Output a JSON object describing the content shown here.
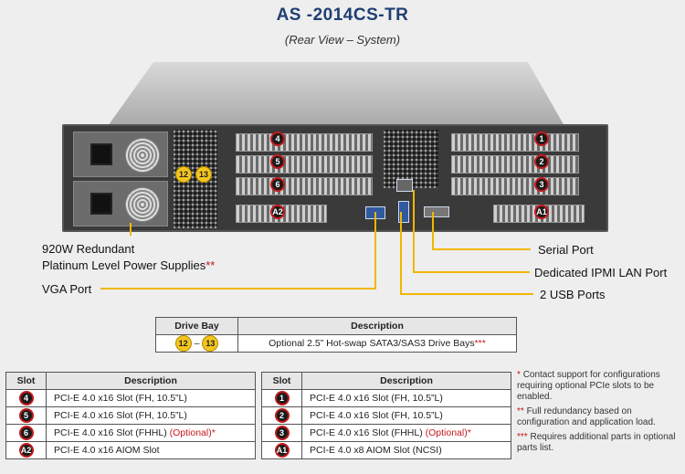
{
  "title": "AS -2014CS-TR",
  "subtitle": "(Rear View – System)",
  "diagram": {
    "slot_badges": [
      "4",
      "5",
      "6",
      "A2",
      "1",
      "2",
      "3",
      "A1"
    ],
    "bay_badges": [
      "12",
      "13"
    ]
  },
  "callouts": {
    "psu_line1": "920W Redundant",
    "psu_line2": "Platinum Level Power Supplies",
    "psu_marker": "**",
    "vga": "VGA Port",
    "serial": "Serial Port",
    "ipmi": "Dedicated IPMI LAN Port",
    "usb": "2 USB Ports"
  },
  "drive_table": {
    "headers": [
      "Drive Bay",
      "Description"
    ],
    "bay_from": "12",
    "bay_dash": "–",
    "bay_to": "13",
    "description": "Optional 2.5” Hot-swap SATA3/SAS3 Drive Bays",
    "marker": "***"
  },
  "left_table": {
    "headers": [
      "Slot",
      "Description"
    ],
    "rows": [
      {
        "slot": "4",
        "desc": "PCI-E 4.0 x16 Slot (FH, 10.5”L)",
        "opt": ""
      },
      {
        "slot": "5",
        "desc": "PCI-E 4.0 x16 Slot (FH, 10.5”L)",
        "opt": ""
      },
      {
        "slot": "6",
        "desc": "PCI-E 4.0 x16 Slot (FHHL)",
        "opt": "(Optional)*"
      },
      {
        "slot": "A2",
        "desc": "PCI-E 4.0 x16 AIOM Slot",
        "opt": ""
      }
    ]
  },
  "right_table": {
    "headers": [
      "Slot",
      "Description"
    ],
    "rows": [
      {
        "slot": "1",
        "desc": "PCI-E 4.0 x16 Slot (FH, 10.5”L)",
        "opt": ""
      },
      {
        "slot": "2",
        "desc": "PCI-E 4.0 x16 Slot (FH, 10.5”L)",
        "opt": ""
      },
      {
        "slot": "3",
        "desc": "PCI-E 4.0 x16 Slot (FHHL)",
        "opt": "(Optional)*"
      },
      {
        "slot": "A1",
        "desc": "PCI-E 4.0 x8 AIOM Slot (NCSI)",
        "opt": ""
      }
    ]
  },
  "notes": {
    "note1_star": "*",
    "note1": "Contact support for configurations requiring optional PCIe slots to be enabled.",
    "note2_star": "**",
    "note2": "Full redundancy based on configuration and application load.",
    "note3_star": "***",
    "note3": "Requires additional parts in optional parts list."
  },
  "colors": {
    "title": "#1f3f73",
    "callout_line": "#f0b700",
    "badge_ring": "#c2191c",
    "bay_badge": "#f3c51e"
  }
}
